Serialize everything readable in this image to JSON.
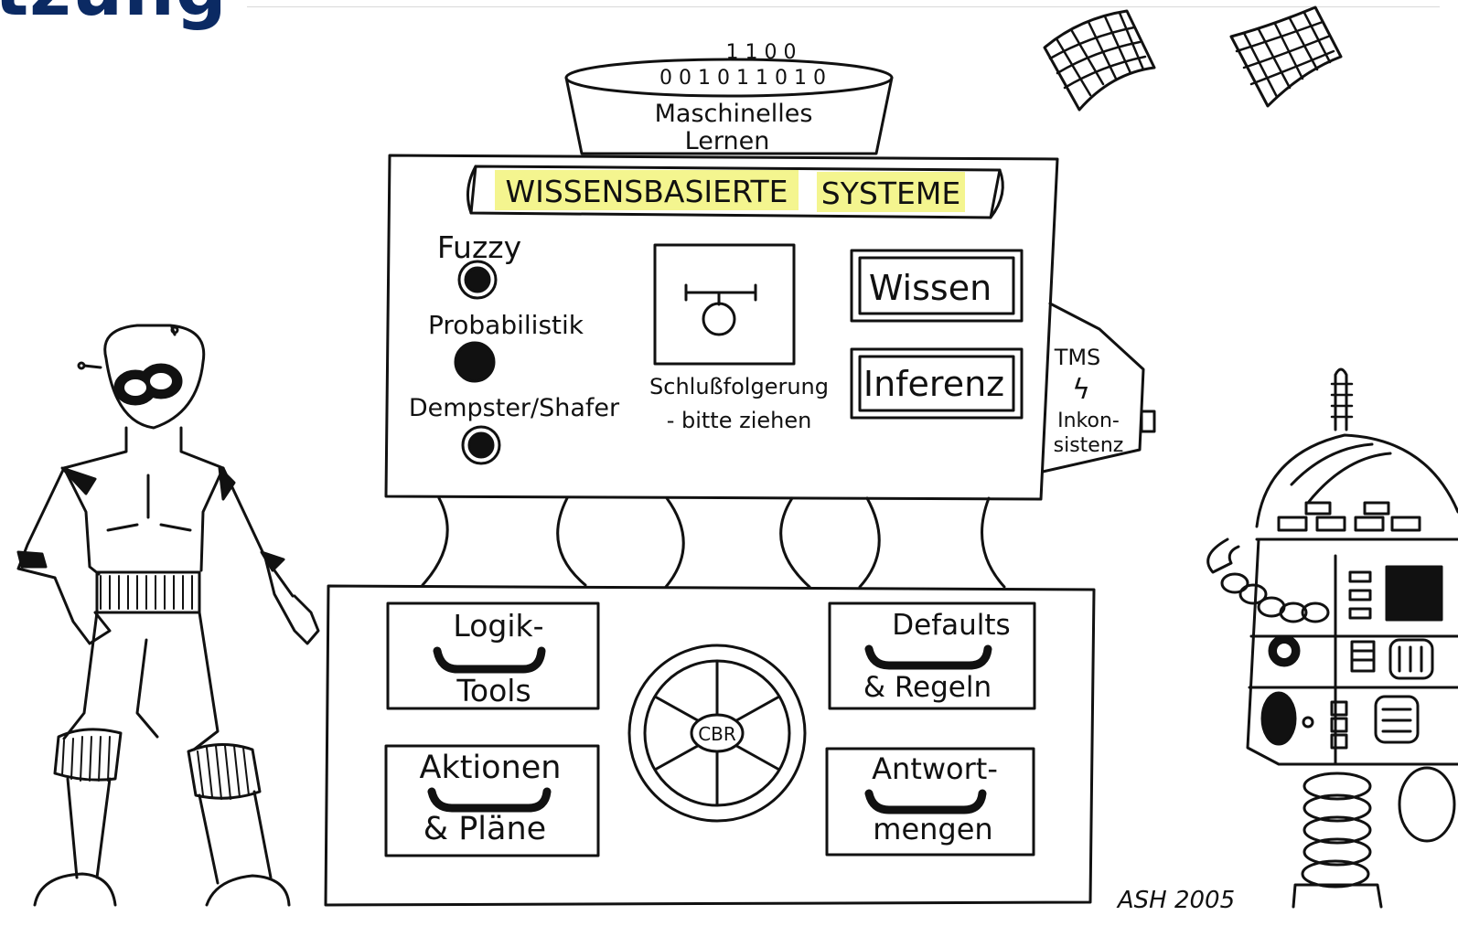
{
  "slide": {
    "title_fragment": "tzung"
  },
  "colors": {
    "title": "#0b2a63",
    "highlight": "#f4f58f",
    "ink": "#111111"
  },
  "machine": {
    "hopper": {
      "bits_top": "1 1 0 0",
      "bits_bottom": "0 0 1 0  1 1 0 1 0",
      "label_line1": "Maschinelles",
      "label_line2": "Lernen"
    },
    "banner": {
      "word1": "WISSENSBASIERTE",
      "word2": "SYSTEME"
    },
    "knobs": [
      {
        "label": "Fuzzy"
      },
      {
        "label": "Probabilistik"
      },
      {
        "label": "Dempster/Shafer"
      }
    ],
    "lever": {
      "label_line1": "Schlußfolgerung",
      "label_line2": "- bitte ziehen"
    },
    "buttons": {
      "wissen": "Wissen",
      "inferenz": "Inferenz"
    },
    "side_box": {
      "line1": "TMS",
      "line2": "ϟ",
      "line3": "Inkon-",
      "line4": "sistenz"
    },
    "drawers": {
      "logik": {
        "line1": "Logik-",
        "line2": "Tools"
      },
      "defaults": {
        "line1": "Defaults",
        "line2": "& Regeln"
      },
      "aktionen": {
        "line1": "Aktionen",
        "line2": "& Pläne"
      },
      "antwort": {
        "line1": "Antwort-",
        "line2": "mengen"
      }
    },
    "wheel": {
      "label": "CBR"
    }
  },
  "signature": "ASH 2005"
}
